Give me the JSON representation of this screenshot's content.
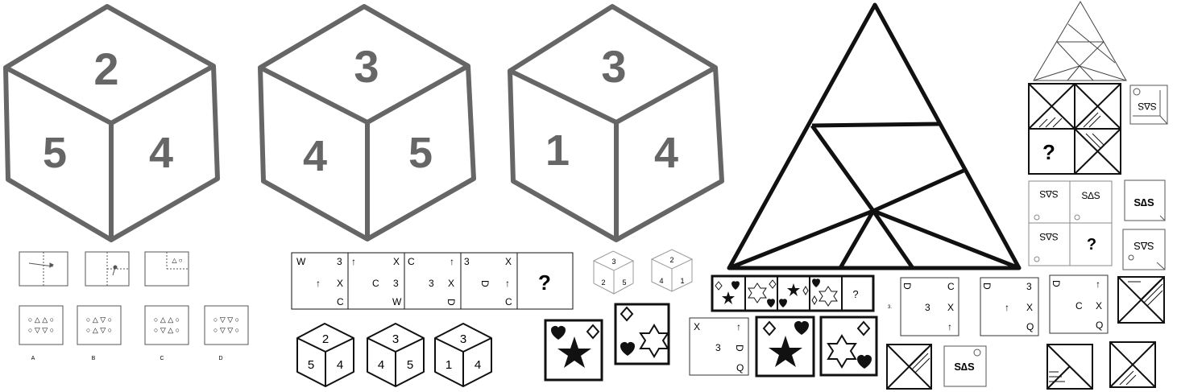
{
  "big_cubes": [
    {
      "top": "2",
      "left": "5",
      "right": "4"
    },
    {
      "top": "3",
      "left": "4",
      "right": "5"
    },
    {
      "top": "3",
      "left": "1",
      "right": "4"
    }
  ],
  "small_cubes": [
    {
      "top": "2",
      "left": "5",
      "right": "4"
    },
    {
      "top": "3",
      "left": "4",
      "right": "5"
    },
    {
      "top": "3",
      "left": "1",
      "right": "4"
    }
  ],
  "tiny_cubes": [
    {
      "top": "3",
      "left": "2",
      "right": "5"
    },
    {
      "top": "2",
      "left": "4",
      "right": "1"
    }
  ],
  "letter_strip": {
    "cells": [
      {
        "tl": "W",
        "tr": "3",
        "ml": "↑",
        "mr": "X",
        "br": "C"
      },
      {
        "tl": "↑",
        "tr": "X",
        "ml": "C",
        "mr": "3",
        "br": "W"
      },
      {
        "tl": "C",
        "tr": "↑",
        "ml": "3",
        "mr": "X",
        "br": "D"
      },
      {
        "tl": "3",
        "tr": "X",
        "ml": "D",
        "mr": "↑",
        "br": "C"
      }
    ],
    "question": "?"
  },
  "option_labels": [
    "A",
    "B",
    "C",
    "D"
  ],
  "shape_strip_question": "?",
  "grid_question": "?",
  "sas_label": "S∆S",
  "letter_cards": [
    {
      "tl": "D",
      "tr": "C",
      "ml": "3",
      "mr": "X",
      "br": "↑",
      "num": "3."
    },
    {
      "tl": "D",
      "tr": "3",
      "ml": "↑",
      "mr": "X",
      "br": "Q"
    },
    {
      "tl": "D",
      "tr": "↑",
      "ml": "C",
      "mr": "X",
      "br": "Q"
    },
    {
      "tl": "X",
      "tr": "↑",
      "ml": "3",
      "mr": "D",
      "br": "Q"
    }
  ]
}
